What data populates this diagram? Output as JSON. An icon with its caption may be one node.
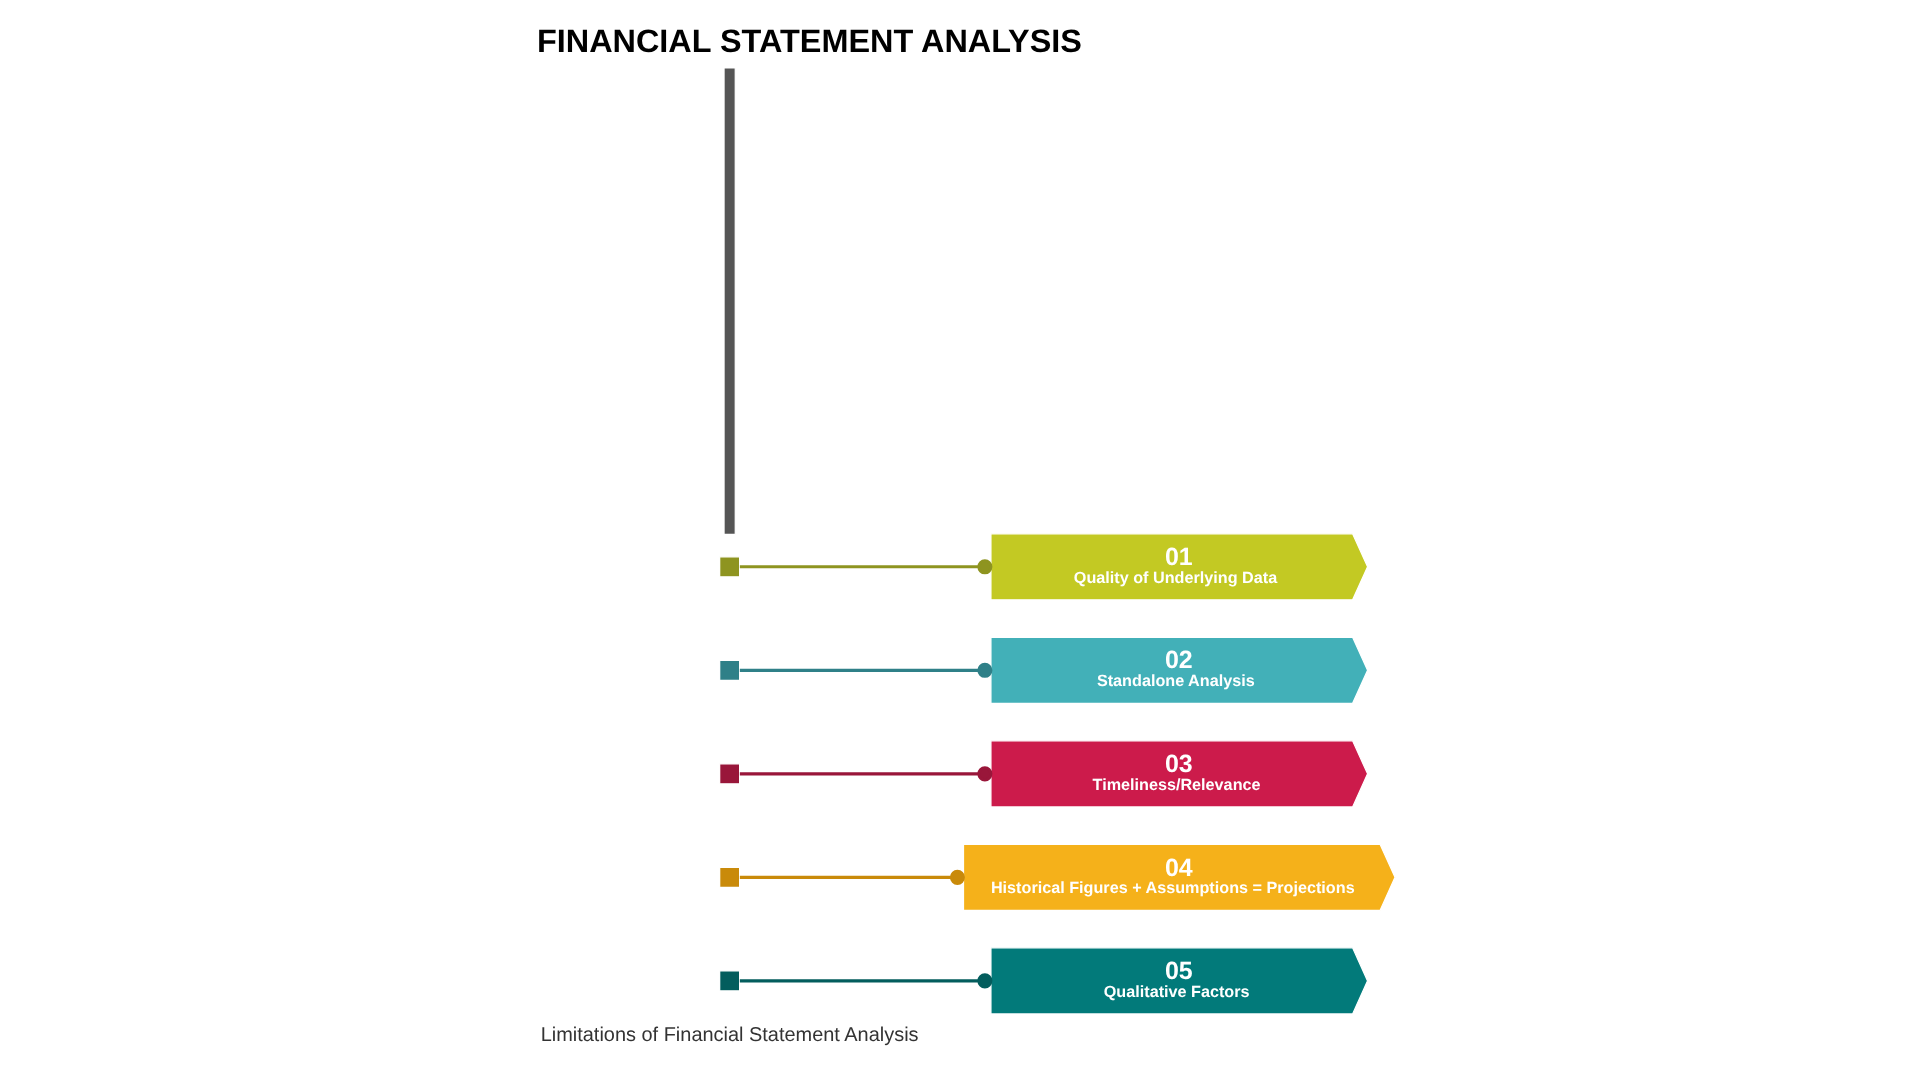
{
  "diagram": {
    "title": "FINANCIAL STATEMENT ANALYSIS",
    "nodes": [
      {
        "text": [],
        "shape": "bar"
      },
      {
        "text": [],
        "shape": "box"
      },
      {
        "text": [],
        "shape": "box"
      },
      {
        "text": [],
        "shape": "box"
      },
      {
        "text": [],
        "shape": "box"
      },
      {
        "text": [],
        "shape": "box"
      },
      {
        "text": [
          "01",
          "Quality of Underlying Data"
        ]
      },
      {
        "text": [
          "02",
          "Standalone Analysis"
        ]
      },
      {
        "text": [
          "03",
          "Timeliness/Relevance"
        ]
      },
      {
        "text": [
          "04",
          "Historical Figures + Assumptions = Projections"
        ]
      },
      {
        "text": [
          "05",
          "Qualitative Factors"
        ]
      }
    ],
    "edges": [
      {
        "from": 1,
        "to": 6,
        "arrow": "other",
        "color": "#8e9420"
      },
      {
        "from": 2,
        "to": 7,
        "arrow": "other",
        "color": "#2f8088"
      },
      {
        "from": 3,
        "to": 8,
        "arrow": "other",
        "color": "#99163a"
      },
      {
        "from": 4,
        "to": 9,
        "arrow": "other",
        "color": "#c98a0a"
      },
      {
        "from": 5,
        "to": 10,
        "arrow": "other",
        "color": "#035d5d"
      }
    ],
    "labels": [
      "Limitations of Financial Statement Analysis"
    ]
  }
}
